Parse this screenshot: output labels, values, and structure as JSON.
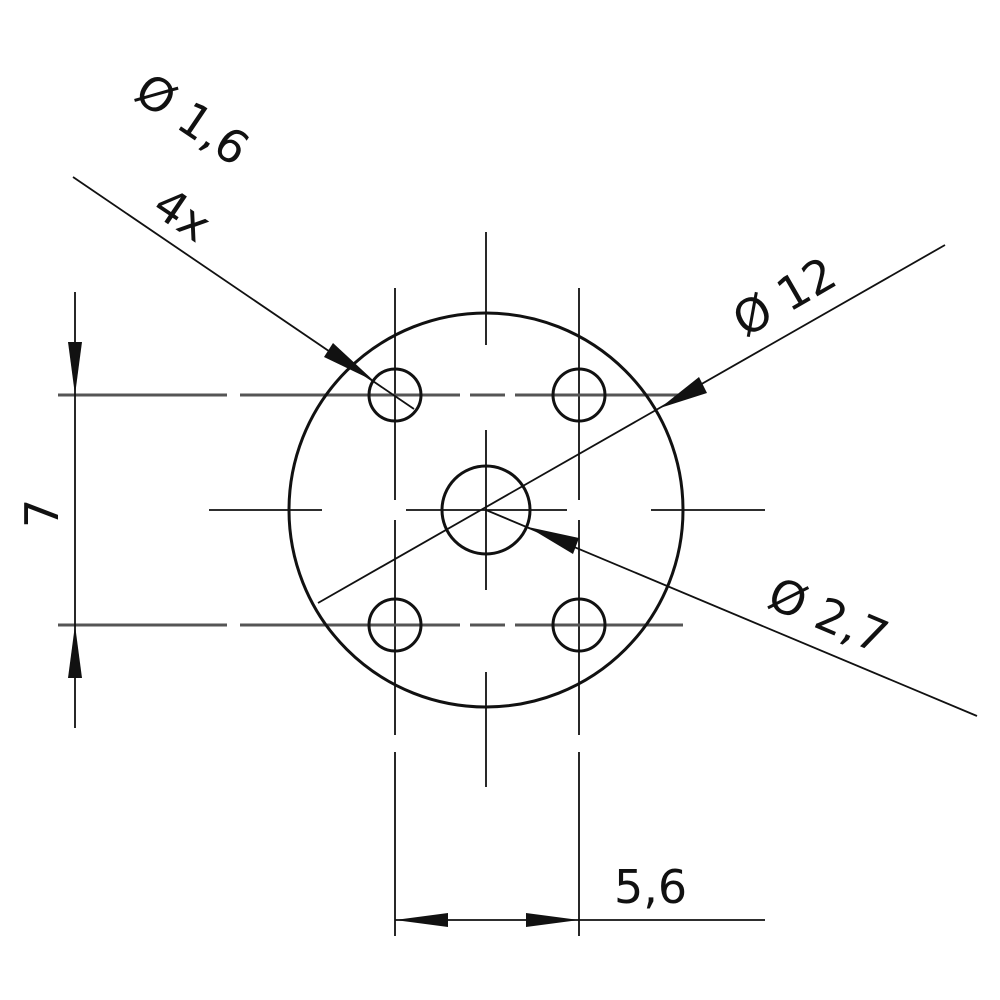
{
  "drawing": {
    "type": "technical-drawing",
    "description": "Flange / mounting plate front view with four mounting holes and central bore",
    "units": "mm",
    "decimal_separator": ","
  },
  "dimensions": {
    "hole_diameter": {
      "symbol": "Ø",
      "value": "1,6",
      "label": "Ø 1,6",
      "count_label": "4x"
    },
    "outer_diameter": {
      "symbol": "Ø",
      "value": "12",
      "label": "Ø 12"
    },
    "center_bore": {
      "symbol": "Ø",
      "value": "2,7",
      "label": "Ø 2,7"
    },
    "vertical_spacing": {
      "value": "7",
      "label": "7"
    },
    "horizontal_spacing": {
      "value": "5,6",
      "label": "5,6"
    }
  },
  "colors": {
    "line": "#111111",
    "centerline": "#555555",
    "background": "#ffffff"
  }
}
